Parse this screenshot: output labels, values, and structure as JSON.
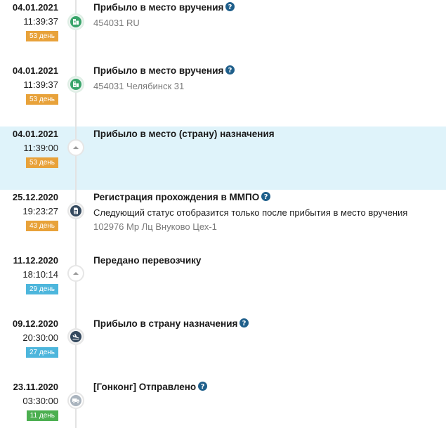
{
  "colors": {
    "badge_orange": "#e8a23a",
    "badge_blue": "#4db6dc",
    "badge_green": "#4caf50",
    "highlight": "#dff3fa",
    "icon_dark": "#34495e",
    "icon_green": "#3aa56b",
    "question_blue": "#1f5f8b"
  },
  "events": [
    {
      "date": "04.01.2021",
      "time": "11:39:37",
      "badge": "53 день",
      "title": "Прибыло в место вручения",
      "sub1": "454031 RU",
      "icon": "building-icon"
    },
    {
      "date": "04.01.2021",
      "time": "11:39:37",
      "badge": "53 день",
      "title": "Прибыло в место вручения",
      "sub1": "454031 Челябинск 31",
      "icon": "building-icon"
    },
    {
      "date": "04.01.2021",
      "time": "11:39:00",
      "badge": "53 день",
      "title": "Прибыло в место (страну) назначения",
      "icon": "arrow-up-icon"
    },
    {
      "date": "25.12.2020",
      "time": "19:23:27",
      "badge": "43 день",
      "title": "Регистрация прохождения в ММПО",
      "sub1": "Следующий статус отобразится только после прибытия в место вручения",
      "sub2": "102976 Мр Лц Внуково Цех-1",
      "icon": "document-icon"
    },
    {
      "date": "11.12.2020",
      "time": "18:10:14",
      "badge": "29 день",
      "title": "Передано перевозчику",
      "icon": "arrow-up-icon"
    },
    {
      "date": "09.12.2020",
      "time": "20:30:00",
      "badge": "27 день",
      "title": "Прибыло в страну назначения",
      "icon": "plane-landing-icon"
    },
    {
      "date": "23.11.2020",
      "time": "03:30:00",
      "badge": "11 день",
      "title": "[Гонконг] Отправлено",
      "icon": "truck-icon"
    }
  ]
}
